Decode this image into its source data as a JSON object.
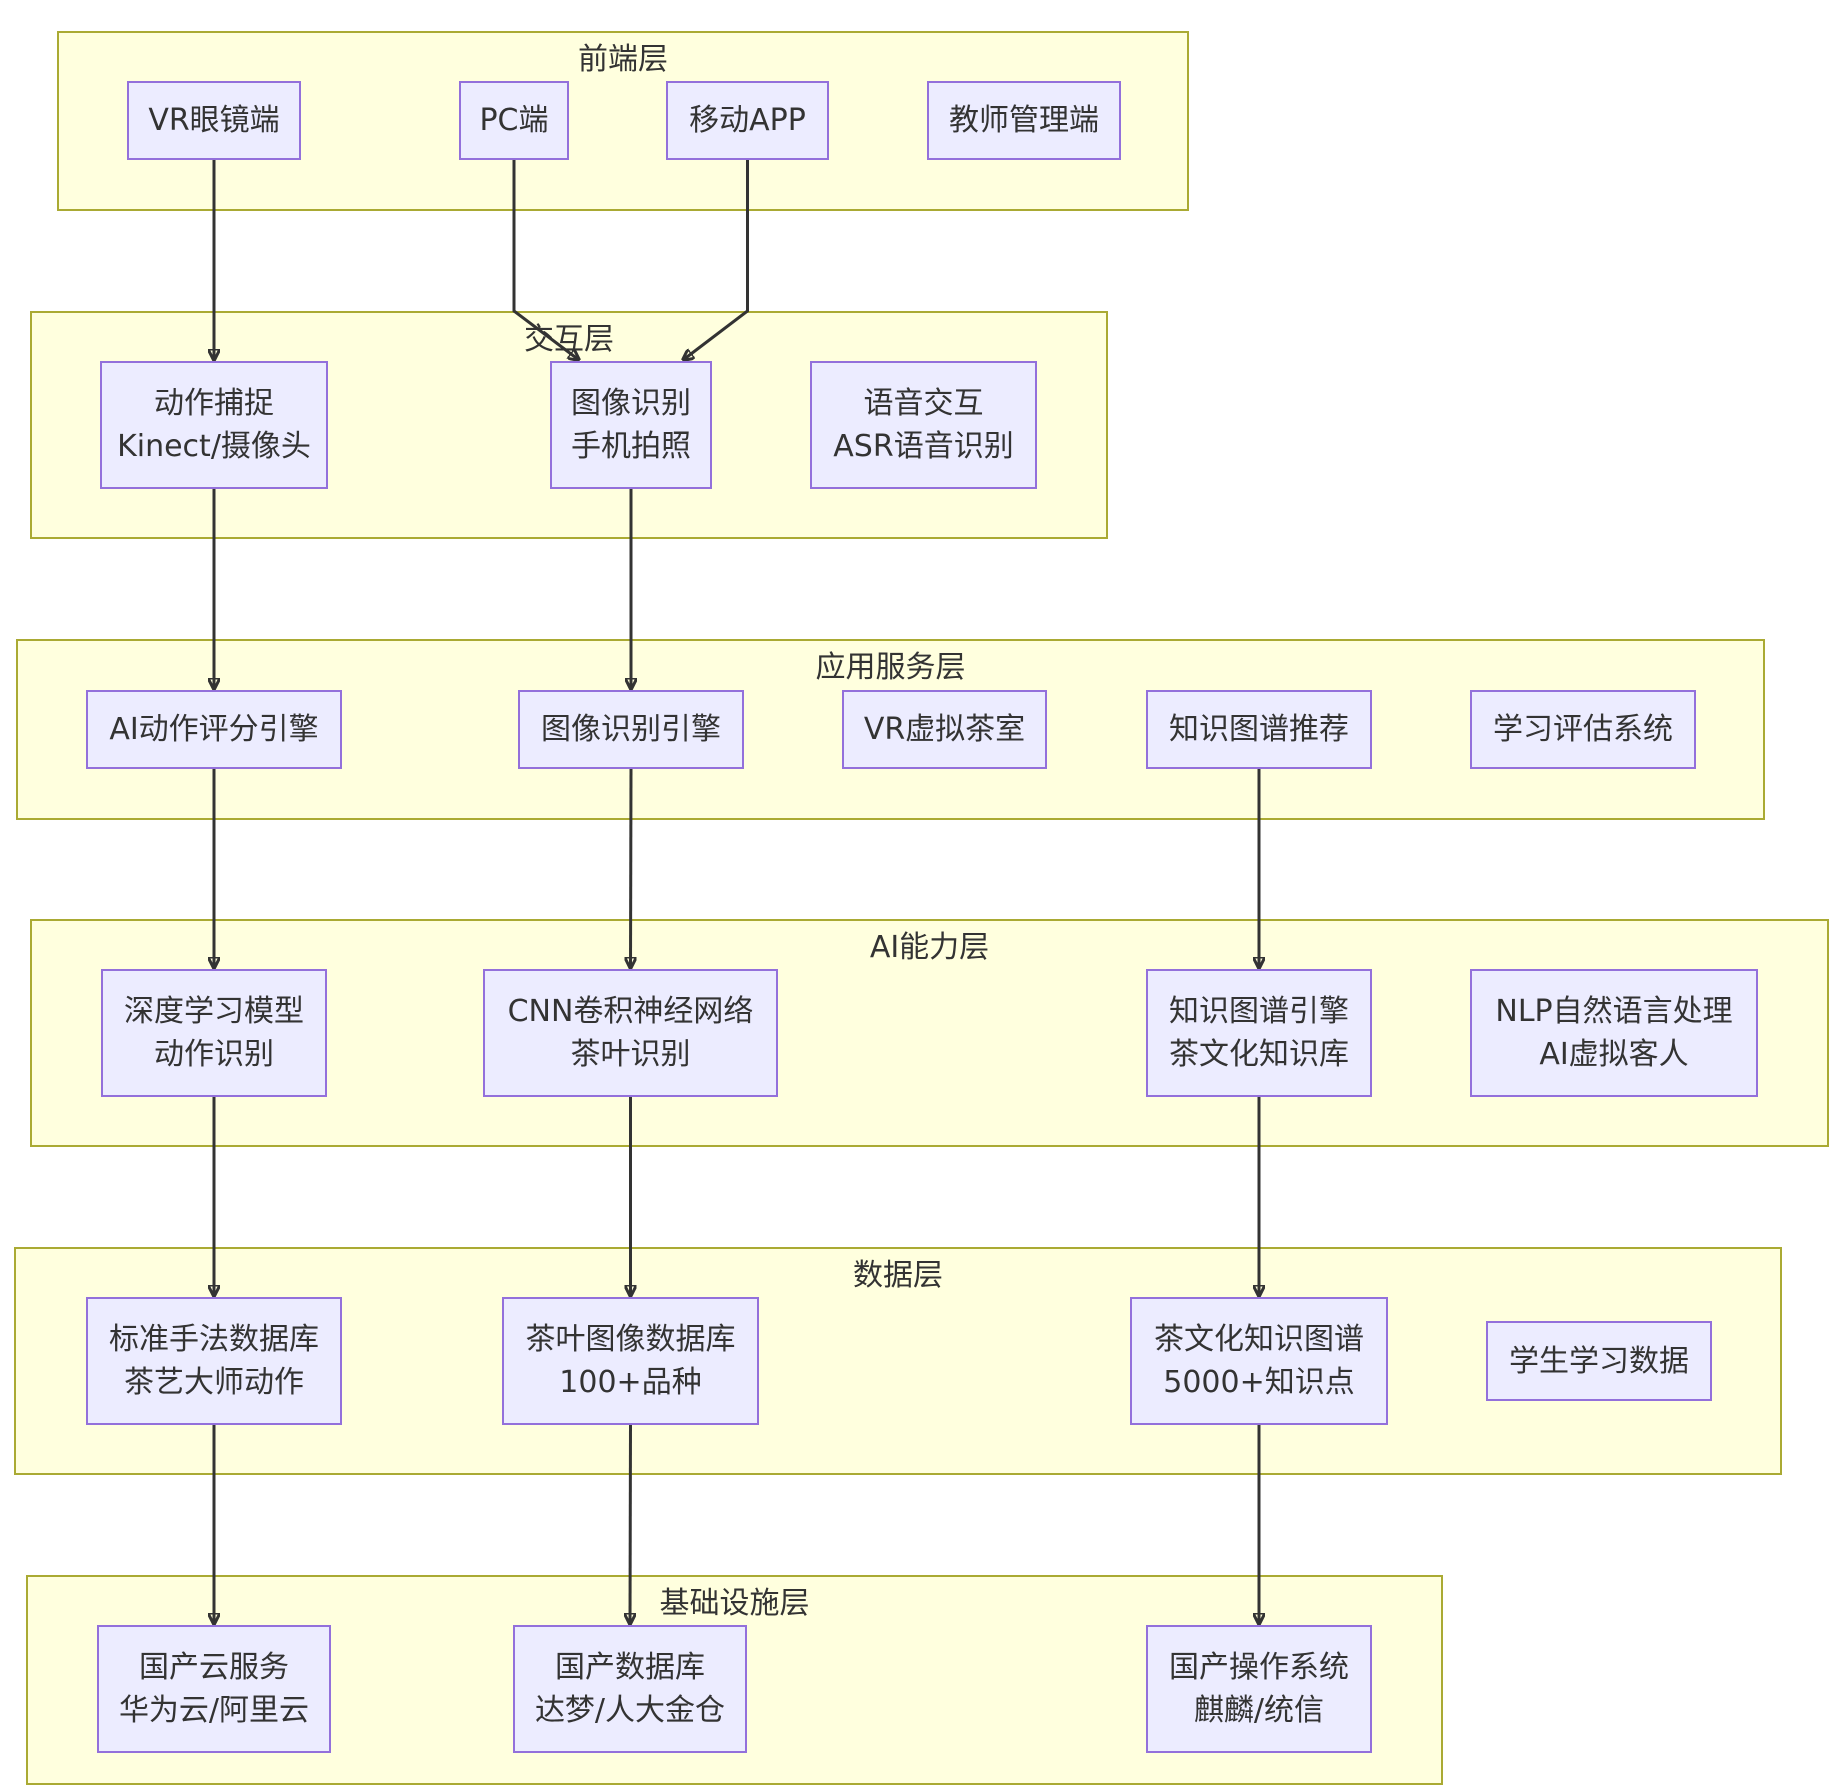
{
  "colors": {
    "layer_fill": "#ffffde",
    "layer_border": "#aaaa33",
    "node_fill": "#ececff",
    "node_border": "#9370db",
    "edge": "#333333",
    "text": "#333333"
  },
  "layers": {
    "frontend": {
      "title": "前端层"
    },
    "interaction": {
      "title": "交互层"
    },
    "service": {
      "title": "应用服务层"
    },
    "ai": {
      "title": "AI能力层"
    },
    "data": {
      "title": "数据层"
    },
    "infra": {
      "title": "基础设施层"
    }
  },
  "nodes": {
    "vr_glasses": {
      "lines": [
        "VR眼镜端"
      ]
    },
    "pc": {
      "lines": [
        "PC端"
      ]
    },
    "mobile_app": {
      "lines": [
        "移动APP"
      ]
    },
    "teacher_admin": {
      "lines": [
        "教师管理端"
      ]
    },
    "motion_capture": {
      "lines": [
        "动作捕捉",
        "Kinect/摄像头"
      ]
    },
    "image_recognition": {
      "lines": [
        "图像识别",
        "手机拍照"
      ]
    },
    "voice_interaction": {
      "lines": [
        "语音交互",
        "ASR语音识别"
      ]
    },
    "ai_motion_scoring": {
      "lines": [
        "AI动作评分引擎"
      ]
    },
    "image_recognition_engine": {
      "lines": [
        "图像识别引擎"
      ]
    },
    "vr_tea_room": {
      "lines": [
        "VR虚拟茶室"
      ]
    },
    "kg_recommend": {
      "lines": [
        "知识图谱推荐"
      ]
    },
    "learning_eval": {
      "lines": [
        "学习评估系统"
      ]
    },
    "deep_learning": {
      "lines": [
        "深度学习模型",
        "动作识别"
      ]
    },
    "cnn": {
      "lines": [
        "CNN卷积神经网络",
        "茶叶识别"
      ]
    },
    "kg_engine": {
      "lines": [
        "知识图谱引擎",
        "茶文化知识库"
      ]
    },
    "nlp": {
      "lines": [
        "NLP自然语言处理",
        "AI虚拟客人"
      ]
    },
    "standard_db": {
      "lines": [
        "标准手法数据库",
        "茶艺大师动作"
      ]
    },
    "tea_image_db": {
      "lines": [
        "茶叶图像数据库",
        "100+品种"
      ]
    },
    "tea_kg": {
      "lines": [
        "茶文化知识图谱",
        "5000+知识点"
      ]
    },
    "student_data": {
      "lines": [
        "学生学习数据"
      ]
    },
    "domestic_cloud": {
      "lines": [
        "国产云服务",
        "华为云/阿里云"
      ]
    },
    "domestic_db": {
      "lines": [
        "国产数据库",
        "达梦/人大金仓"
      ]
    },
    "domestic_os": {
      "lines": [
        "国产操作系统",
        "麒麟/统信"
      ]
    }
  },
  "edges": [
    [
      "vr_glasses",
      "motion_capture"
    ],
    [
      "pc",
      "image_recognition"
    ],
    [
      "mobile_app",
      "image_recognition"
    ],
    [
      "motion_capture",
      "ai_motion_scoring"
    ],
    [
      "image_recognition",
      "image_recognition_engine"
    ],
    [
      "ai_motion_scoring",
      "deep_learning"
    ],
    [
      "image_recognition_engine",
      "cnn"
    ],
    [
      "kg_recommend",
      "kg_engine"
    ],
    [
      "deep_learning",
      "standard_db"
    ],
    [
      "cnn",
      "tea_image_db"
    ],
    [
      "kg_engine",
      "tea_kg"
    ],
    [
      "standard_db",
      "domestic_cloud"
    ],
    [
      "tea_image_db",
      "domestic_db"
    ],
    [
      "tea_kg",
      "domestic_os"
    ]
  ]
}
